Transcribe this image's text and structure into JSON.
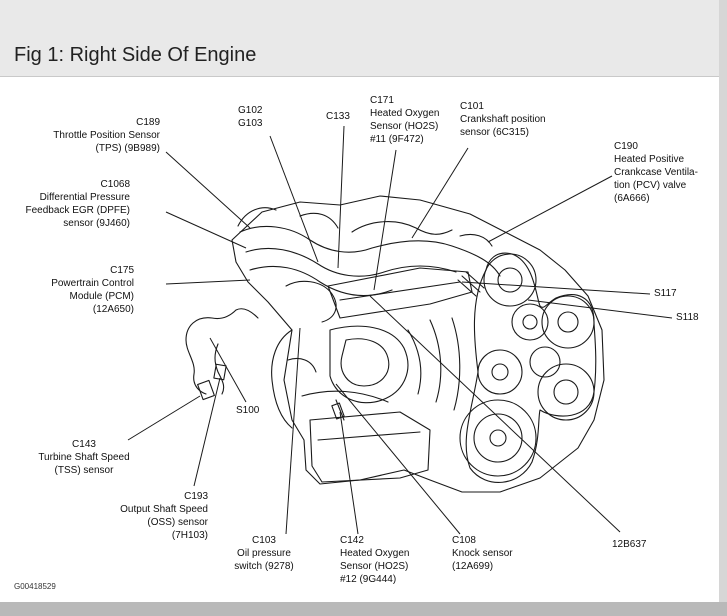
{
  "figure": {
    "title": "Fig 1: Right Side Of Engine",
    "figure_id": "G00418529"
  },
  "callouts": {
    "c189": [
      "C189",
      "Throttle Position Sensor",
      "(TPS) (9B989)"
    ],
    "c1068": [
      "C1068",
      "Differential Pressure",
      "Feedback EGR (DPFE)",
      "sensor (9J460)"
    ],
    "c175": [
      "C175",
      "Powertrain Control",
      "Module (PCM)",
      "(12A650)"
    ],
    "g102": [
      "G102",
      "G103"
    ],
    "c133": [
      "C133"
    ],
    "c171": [
      "C171",
      "Heated Oxygen",
      "Sensor (HO2S)",
      "#11 (9F472)"
    ],
    "c101": [
      "C101",
      "Crankshaft position",
      "sensor (6C315)"
    ],
    "c190": [
      "C190",
      "Heated Positive",
      "Crankcase Ventila-",
      "tion (PCV) valve",
      "(6A666)"
    ],
    "s117": [
      "S117"
    ],
    "s118": [
      "S118"
    ],
    "s100": [
      "S100"
    ],
    "c143": [
      "C143",
      "Turbine Shaft Speed",
      "(TSS) sensor"
    ],
    "c193": [
      "C193",
      "Output Shaft Speed",
      "(OSS) sensor",
      "(7H103)"
    ],
    "c103": [
      "C103",
      "Oil pressure",
      "switch (9278)"
    ],
    "c142": [
      "C142",
      "Heated Oxygen",
      "Sensor (HO2S)",
      "#12 (9G444)"
    ],
    "c108": [
      "C108",
      "Knock sensor",
      "(12A699)"
    ],
    "p12b637": [
      "12B637"
    ]
  }
}
